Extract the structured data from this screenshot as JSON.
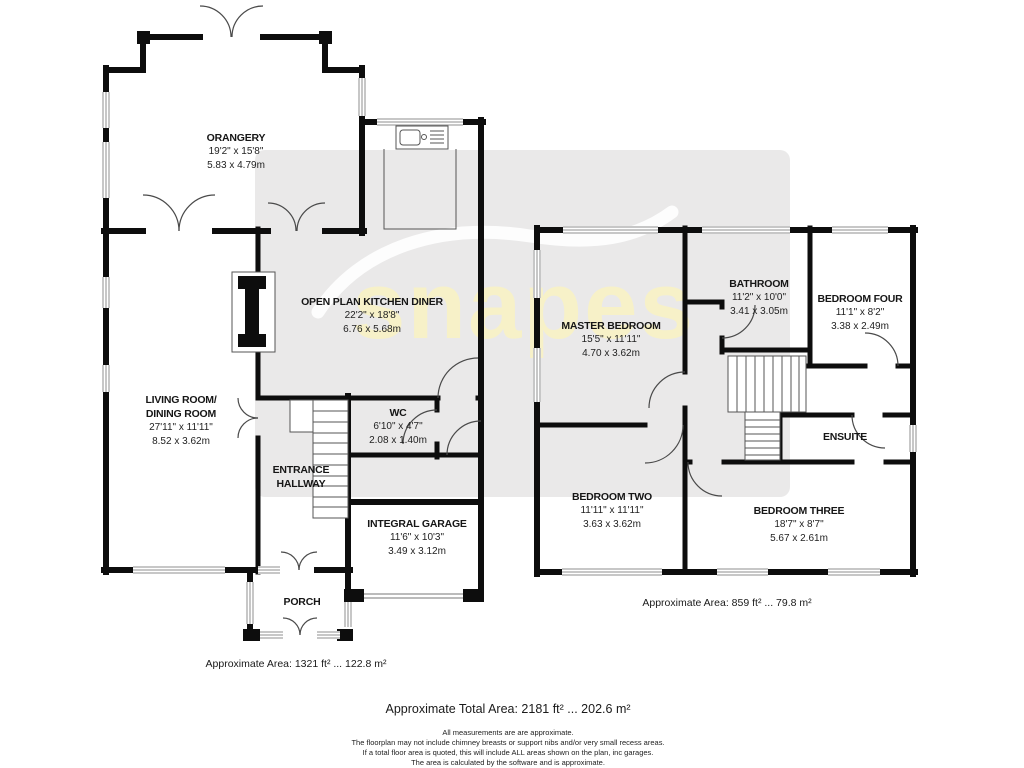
{
  "watermark": {
    "text": "snapes",
    "color": "#f7f1c8"
  },
  "ground_floor": {
    "rooms": [
      {
        "id": "orangery",
        "name": "ORANGERY",
        "imperial": "19'2\" x 15'8\"",
        "metric": "5.83 x 4.79m"
      },
      {
        "id": "kitchen",
        "name": "OPEN PLAN KITCHEN DINER",
        "imperial": "22'2\" x 18'8\"",
        "metric": "6.76 x 5.68m"
      },
      {
        "id": "living",
        "name": "LIVING ROOM/",
        "name2": "DINING ROOM",
        "imperial": "27'11\" x 11'11\"",
        "metric": "8.52 x 3.62m"
      },
      {
        "id": "wc",
        "name": "WC",
        "imperial": "6'10\" x 4'7\"",
        "metric": "2.08 x 1.40m"
      },
      {
        "id": "hallway",
        "name": "ENTRANCE",
        "name2": "HALLWAY"
      },
      {
        "id": "garage",
        "name": "INTEGRAL GARAGE",
        "imperial": "11'6\" x 10'3\"",
        "metric": "3.49 x 3.12m"
      },
      {
        "id": "porch",
        "name": "PORCH"
      }
    ],
    "area_label": "Approximate Area: 1321 ft² ... 122.8 m²"
  },
  "first_floor": {
    "rooms": [
      {
        "id": "master",
        "name": "MASTER BEDROOM",
        "imperial": "15'5\" x 11'11\"",
        "metric": "4.70 x 3.62m"
      },
      {
        "id": "bathroom",
        "name": "BATHROOM",
        "imperial": "11'2\" x 10'0\"",
        "metric": "3.41 x 3.05m"
      },
      {
        "id": "bed4",
        "name": "BEDROOM FOUR",
        "imperial": "11'1\" x 8'2\"",
        "metric": "3.38 x 2.49m"
      },
      {
        "id": "ensuite",
        "name": "ENSUITE"
      },
      {
        "id": "bed2",
        "name": "BEDROOM TWO",
        "imperial": "11'11\" x 11'11\"",
        "metric": "3.63 x 3.62m"
      },
      {
        "id": "bed3",
        "name": "BEDROOM THREE",
        "imperial": "18'7\" x 8'7\"",
        "metric": "5.67 x 2.61m"
      }
    ],
    "area_label": "Approximate Area: 859 ft² ... 79.8 m²"
  },
  "footer": {
    "total_area": "Approximate Total Area: 2181 ft² ... 202.6 m²",
    "disclaimer_lines": [
      "All measurements are are approximate.",
      "The floorplan may not include chimney breasts or support nibs and/or very small recess areas.",
      "If a total floor area is quoted, this will include ALL areas shown on the plan, inc garages.",
      "The area is calculated by the software and is approximate."
    ]
  }
}
